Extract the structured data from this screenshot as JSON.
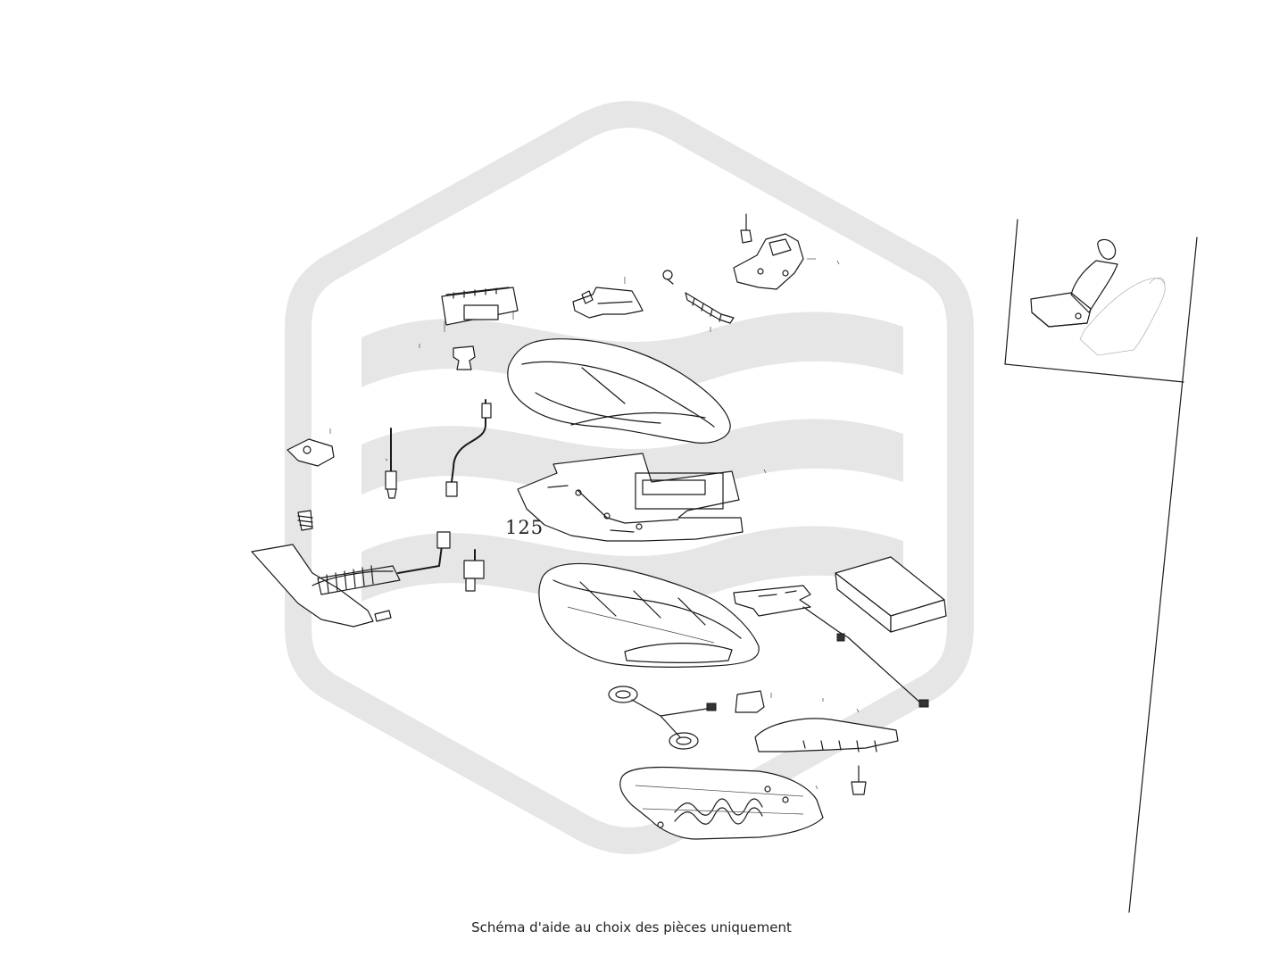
{
  "diagram": {
    "callouts": [
      {
        "label": "125"
      }
    ],
    "caption": "Schéma d'aide au choix des pièces uniquement",
    "watermark_icon": "hexagon-waves-logo-watermark",
    "colors": {
      "line": "#1a1a1a",
      "watermark": "#e6e6e6",
      "background": "#ffffff"
    }
  }
}
